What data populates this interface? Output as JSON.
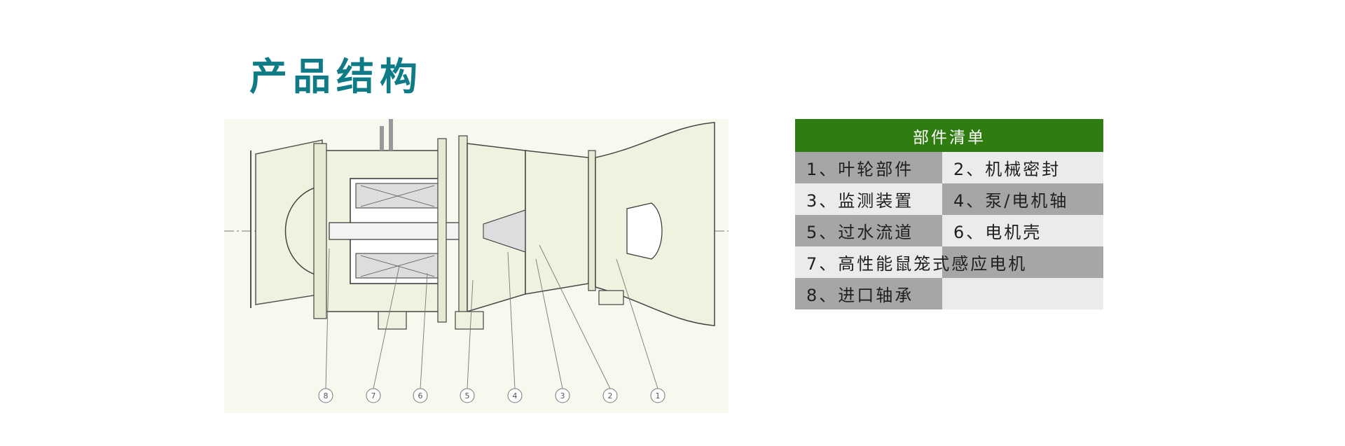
{
  "title": "产品结构",
  "diagram": {
    "callouts": [
      "8",
      "7",
      "6",
      "5",
      "4",
      "3",
      "2",
      "1"
    ]
  },
  "parts_list": {
    "header": "部件清单",
    "rows": [
      [
        "1、叶轮部件",
        "2、机械密封"
      ],
      [
        "3、监测装置",
        "4、泵/电机轴"
      ],
      [
        "5、过水流道",
        "6、电机壳"
      ],
      [
        "7、高性能鼠笼式感应电机",
        ""
      ],
      [
        "8、进口轴承",
        ""
      ]
    ]
  },
  "colors": {
    "title": "#0e7b86",
    "table_header": "#2f7c11",
    "cell_dark": "#a6a6a6",
    "cell_light": "#ebebeb",
    "diagram_fill": "#eef3df"
  }
}
